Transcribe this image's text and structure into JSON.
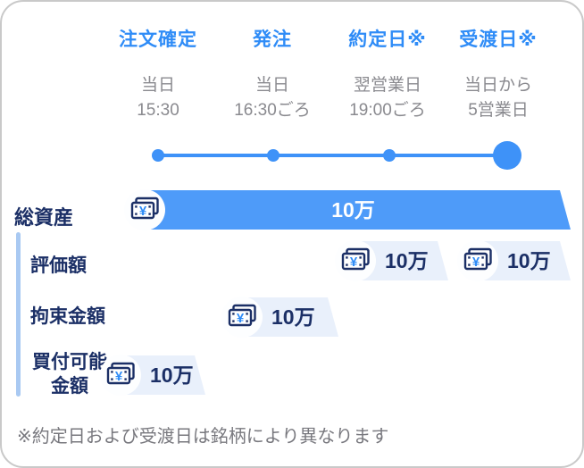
{
  "colors": {
    "brand_blue": "#2F8CF7",
    "bar_blue": "#4E9BF9",
    "badge_bg": "#E9F0FB",
    "navy_text": "#1B2F66",
    "gray_text": "#8A8A8F",
    "connector_blue": "#A9C9F2"
  },
  "timeline": {
    "steps": [
      {
        "label": "注文確定",
        "sub1": "当日",
        "sub2": "15:30"
      },
      {
        "label": "発注",
        "sub1": "当日",
        "sub2": "16:30ごろ"
      },
      {
        "label": "約定日※",
        "sub1": "翌営業日",
        "sub2": "19:00ごろ"
      },
      {
        "label": "受渡日※",
        "sub1": "当日から",
        "sub2": "5営業日"
      }
    ]
  },
  "assets": {
    "total": {
      "label": "総資産",
      "value": "10万"
    },
    "valuation": {
      "label": "評価額",
      "value1": "10万",
      "value2": "10万"
    },
    "restricted": {
      "label": "拘束金額",
      "value": "10万"
    },
    "buyable": {
      "label1": "買付可能",
      "label2": "金額",
      "value": "10万"
    }
  },
  "footnote": "※約定日および受渡日は銘柄により異なります",
  "icons": {
    "yen_symbol": "¥"
  }
}
